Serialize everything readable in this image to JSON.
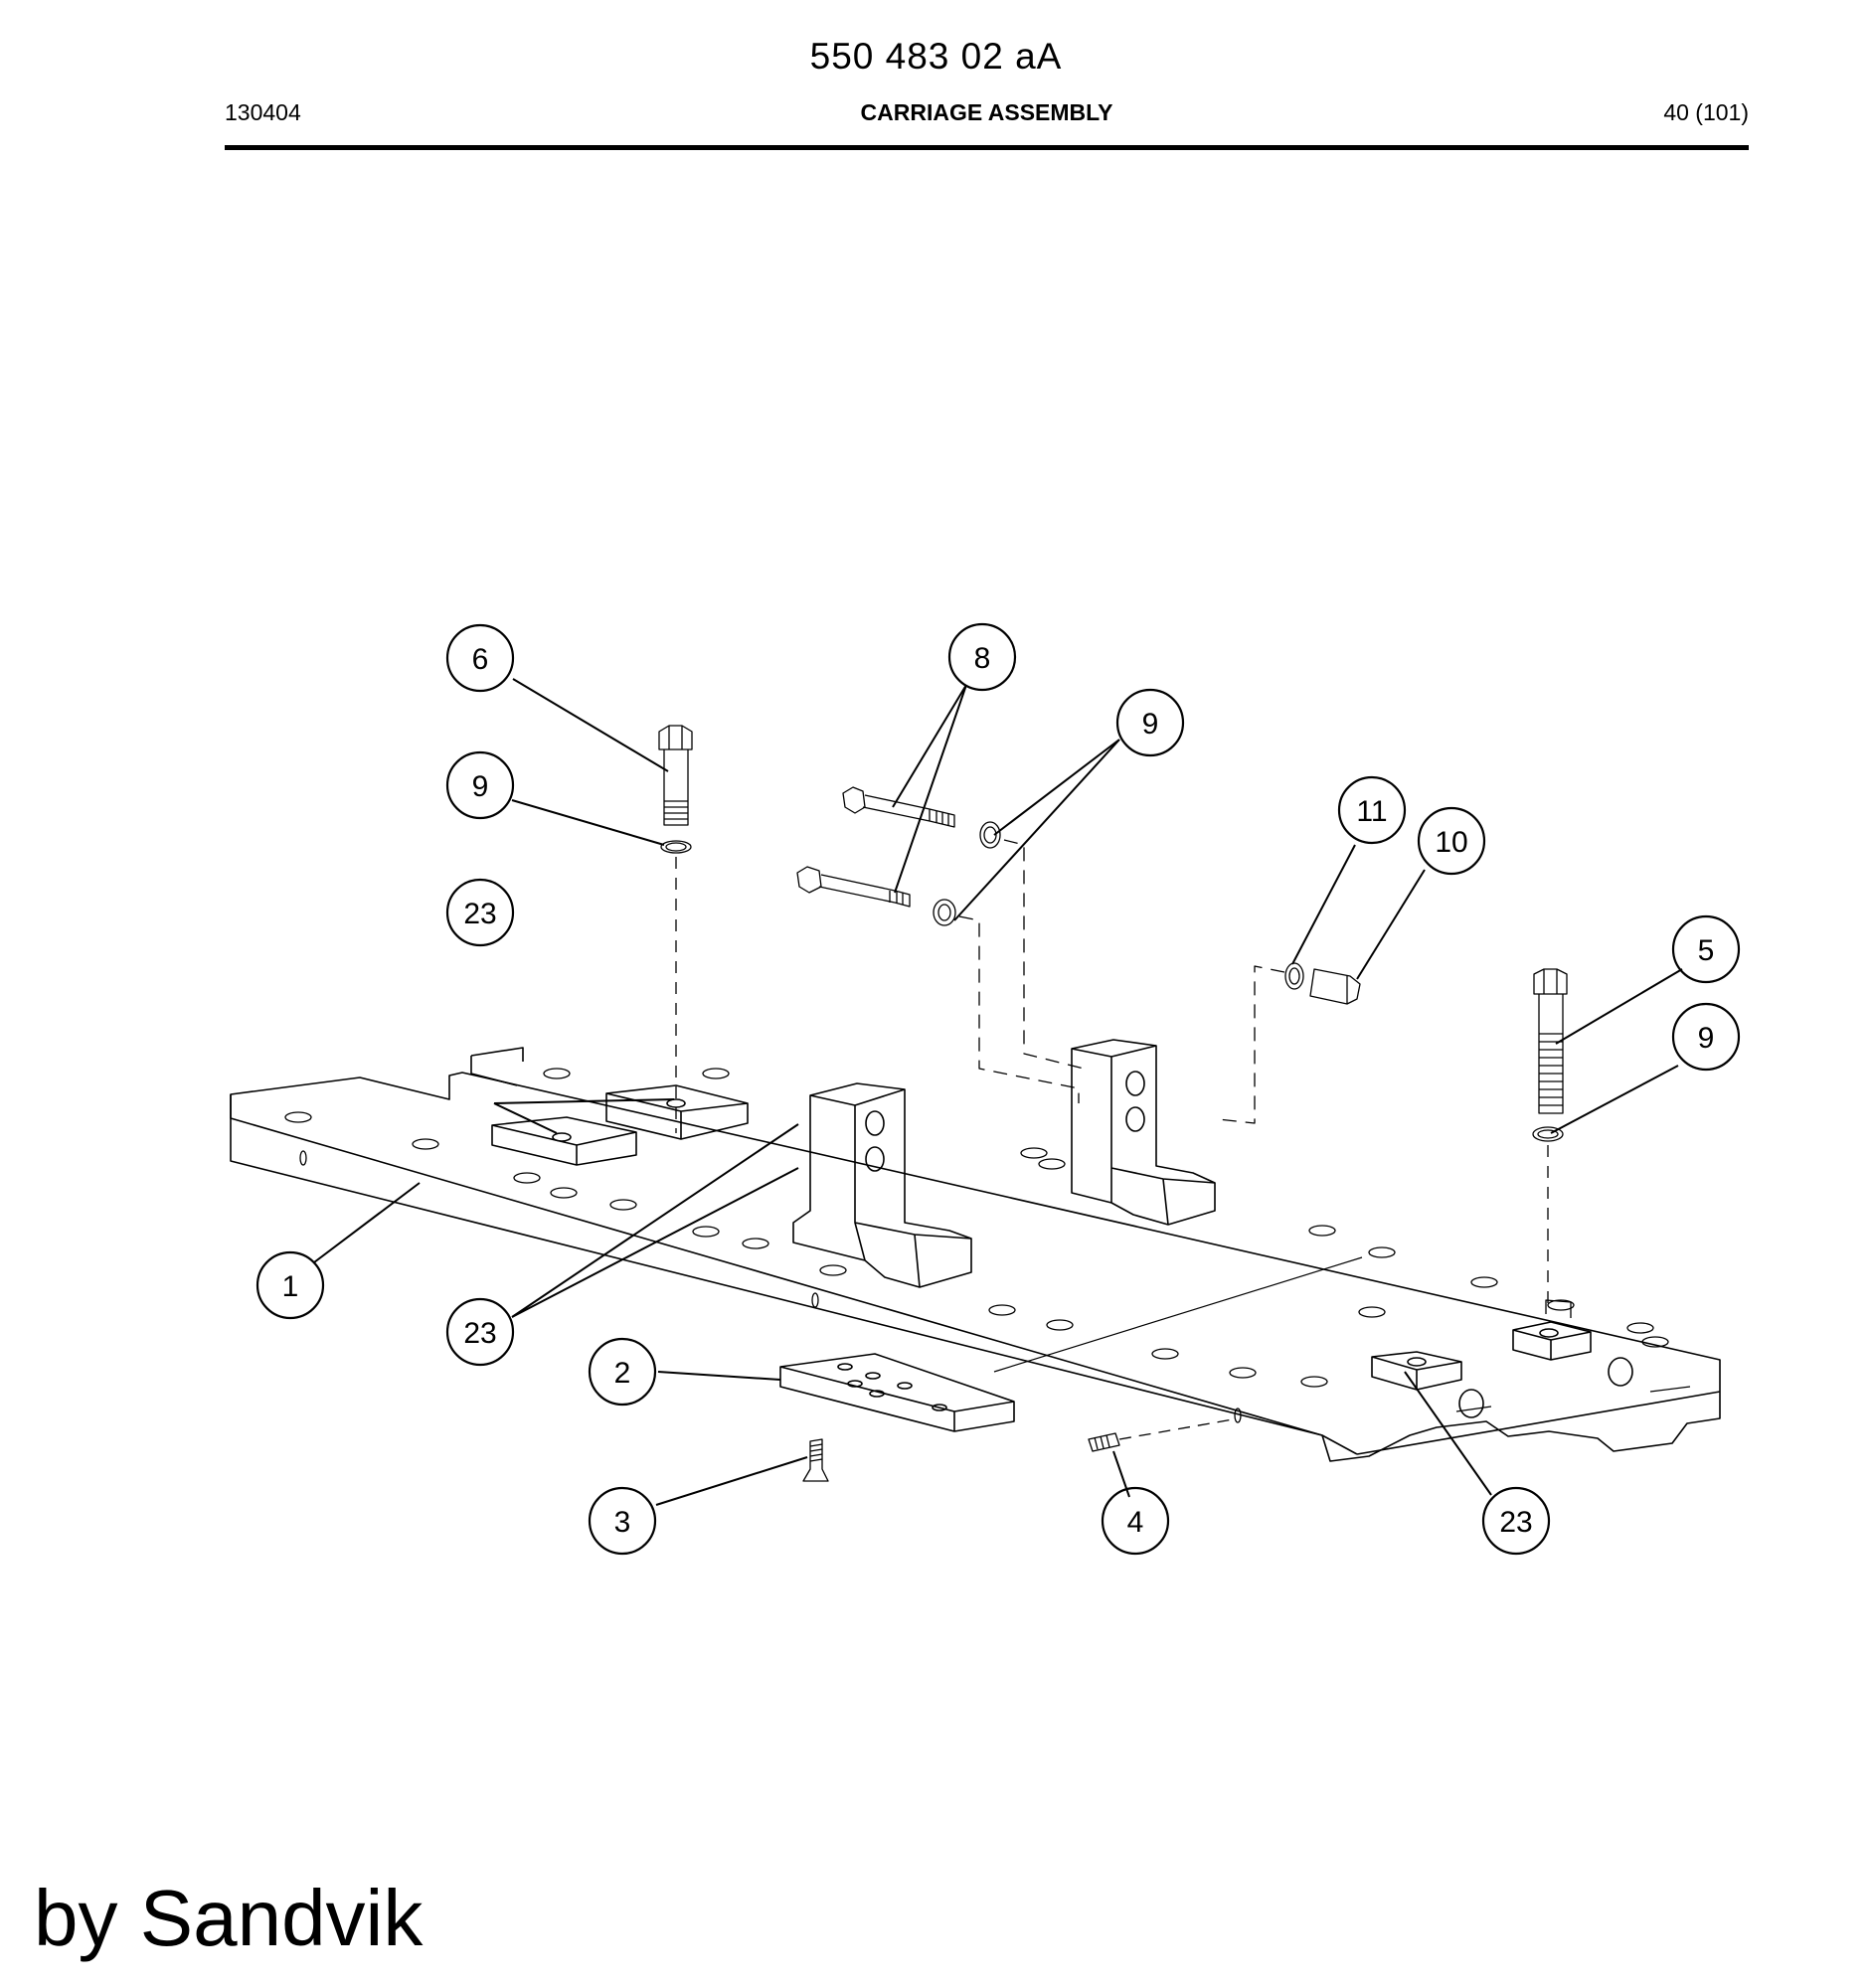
{
  "header": {
    "document_number": "550 483 02 aA",
    "date_code": "130404",
    "title": "CARRIAGE ASSEMBLY",
    "page": "40 (101)"
  },
  "callouts": [
    "6",
    "8",
    "9",
    "9",
    "11",
    "10",
    "23",
    "5",
    "9",
    "1",
    "23",
    "2",
    "3",
    "4",
    "23"
  ],
  "footer": {
    "credit": "by Sandvik"
  }
}
